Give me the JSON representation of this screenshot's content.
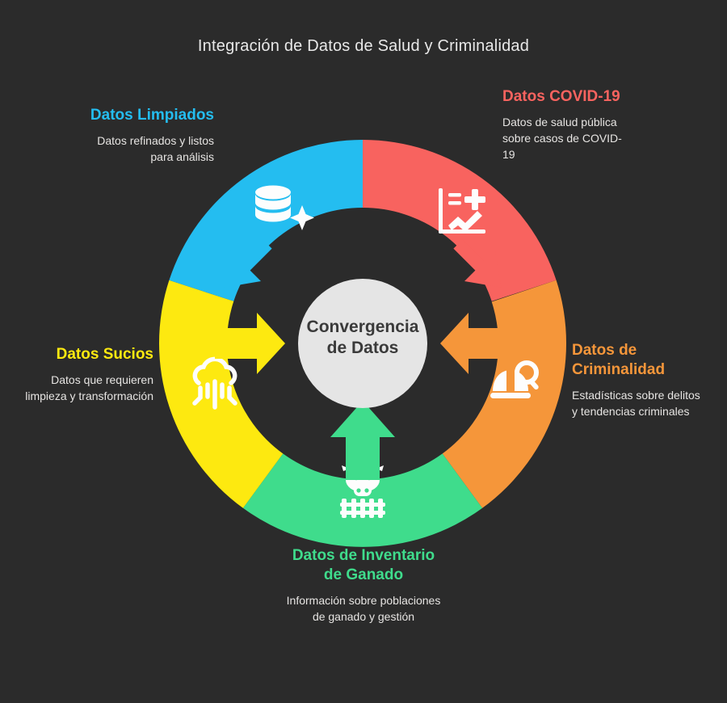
{
  "page": {
    "title": "Integración de Datos de Salud y Criminalidad",
    "background_color": "#2b2b2b"
  },
  "hub": {
    "label_line1": "Convergencia",
    "label_line2": "de Datos",
    "fill_color": "#e5e5e5",
    "text_color": "#3a3a3a"
  },
  "segments": [
    {
      "key": "covid",
      "title": "Datos COVID-19",
      "description": "Datos de salud pública sobre casos de COVID-19",
      "color": "#f8635f",
      "icon": "health-chart-icon"
    },
    {
      "key": "crime",
      "title": "Datos de Criminalidad",
      "description": "Estadísticas sobre delitos y tendencias criminales",
      "color": "#f5963a",
      "icon": "helmet-search-icon"
    },
    {
      "key": "ganado",
      "title": "Datos de Inventario de Ganado",
      "description": "Información sobre poblaciones de ganado y gestión",
      "color": "#3fdc8c",
      "icon": "livestock-fence-icon"
    },
    {
      "key": "sucios",
      "title": "Datos Sucios",
      "description": "Datos que requieren limpieza y transformación",
      "color": "#fde910",
      "icon": "cloud-data-icon"
    },
    {
      "key": "limpios",
      "title": "Datos Limpiados",
      "description": "Datos refinados y listos para análisis",
      "color": "#24bdf0",
      "icon": "database-sparkle-icon"
    }
  ]
}
